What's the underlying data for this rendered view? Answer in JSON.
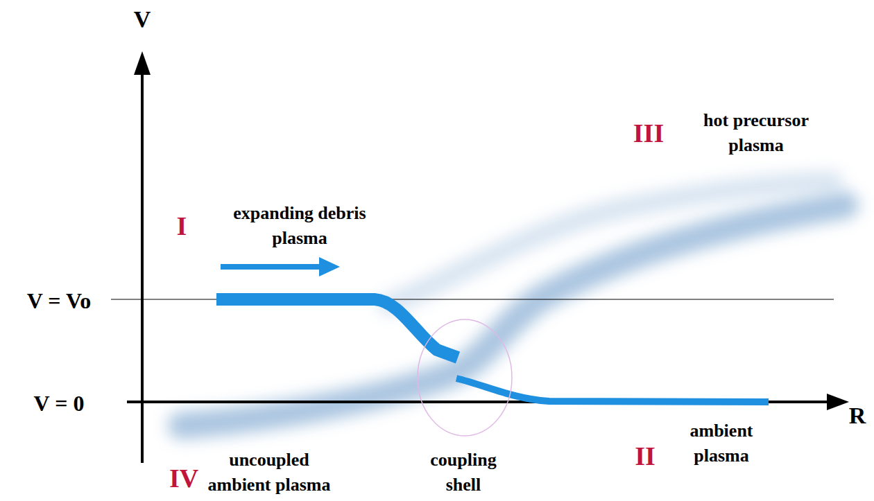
{
  "diagram": {
    "labels": [
      "V",
      "V = Vo",
      "V = 0",
      "R",
      "I",
      "expanding debris plasma",
      "III",
      "hot precursor plasma",
      "IV",
      "uncoupled ambient plasma",
      "coupling shell",
      "II",
      "ambient plasma"
    ]
  }
}
